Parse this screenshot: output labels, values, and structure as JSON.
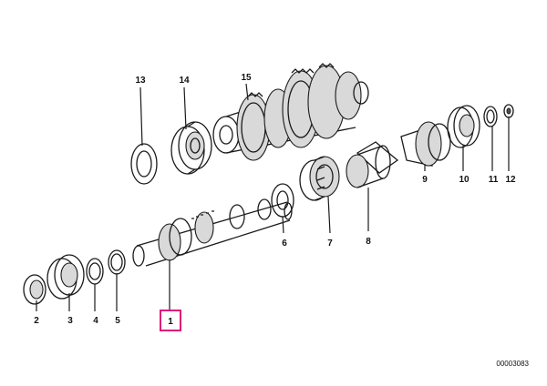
{
  "diagram": {
    "parts": [
      {
        "number": "1",
        "highlighted": true
      },
      {
        "number": "2"
      },
      {
        "number": "3"
      },
      {
        "number": "4"
      },
      {
        "number": "5"
      },
      {
        "number": "6"
      },
      {
        "number": "7"
      },
      {
        "number": "8"
      },
      {
        "number": "9"
      },
      {
        "number": "10"
      },
      {
        "number": "11"
      },
      {
        "number": "12"
      },
      {
        "number": "13"
      },
      {
        "number": "14"
      },
      {
        "number": "15"
      }
    ],
    "catalog_number": "00003083",
    "highlight_color": "#e0157a"
  }
}
